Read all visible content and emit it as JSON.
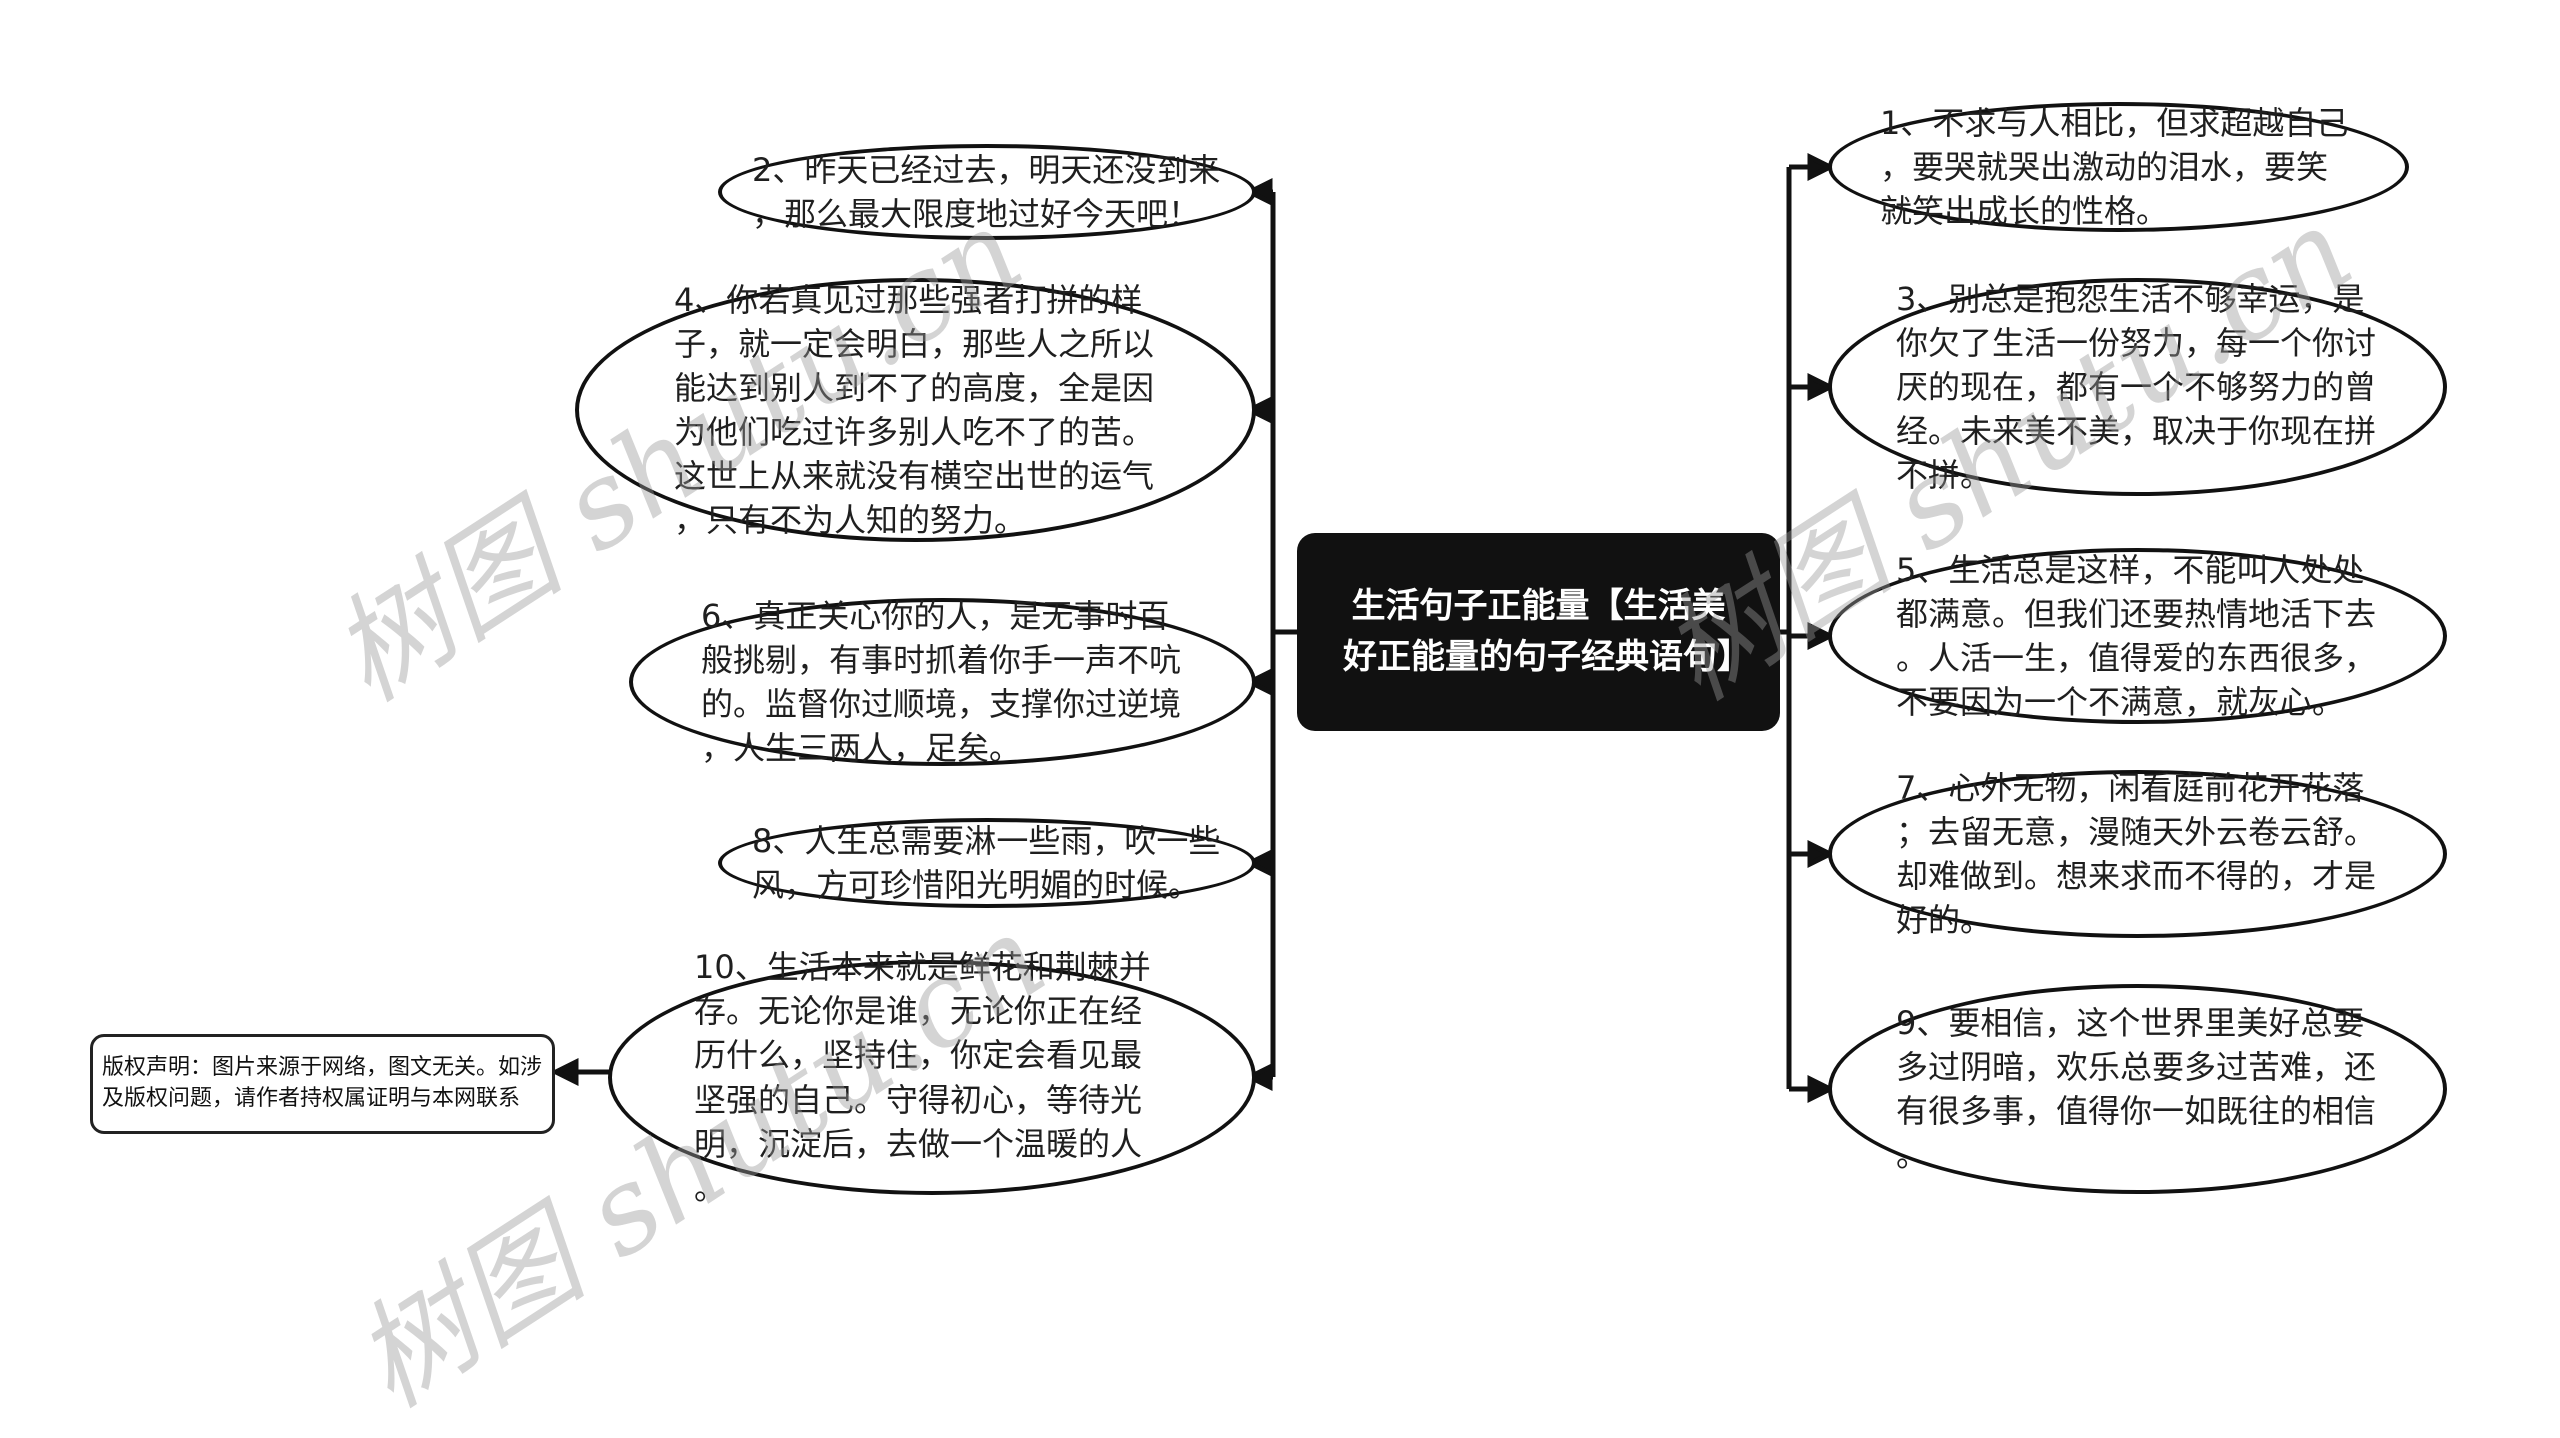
{
  "central": {
    "label": "生活句子正能量【生活美好正能量的句子经典语句】",
    "bg_color": "#111111",
    "text_color": "#ffffff"
  },
  "left_nodes": [
    {
      "id": "2",
      "text": "2、昨天已经过去，明天还没到来，那么最大限度地过好今天吧！"
    },
    {
      "id": "4",
      "text": "4、你若真见过那些强者打拼的样子，就一定会明白，那些人之所以能达到别人到不了的高度，全是因为他们吃过许多别人吃不了的苦。这世上从来就没有横空出世的运气，只有不为人知的努力。"
    },
    {
      "id": "6",
      "text": "6、真正关心你的人，是无事时百般挑剔，有事时抓着你手一声不吭的。监督你过顺境，支撑你过逆境，人生三两人，足矣。"
    },
    {
      "id": "8",
      "text": "8、人生总需要淋一些雨，吹一些风，方可珍惜阳光明媚的时候。"
    },
    {
      "id": "10",
      "text": "10、生活本来就是鲜花和荆棘并存。无论你是谁，无论你正在经历什么，坚持住，你定会看见最坚强的自己。守得初心，等待光明，沉淀后，去做一个温暖的人。"
    }
  ],
  "right_nodes": [
    {
      "id": "1",
      "text": "1、不求与人相比，但求超越自己，要哭就哭出激动的泪水，要笑就笑出成长的性格。"
    },
    {
      "id": "3",
      "text": "3、别总是抱怨生活不够幸运，是你欠了生活一份努力，每一个你讨厌的现在，都有一个不够努力的曾经。未来美不美，取决于你现在拼不拼。"
    },
    {
      "id": "5",
      "text": "5、生活总是这样，不能叫人处处都满意。但我们还要热情地活下去。人活一生，值得爱的东西很多，不要因为一个不满意，就灰心。"
    },
    {
      "id": "7",
      "text": "7、心外无物，闲看庭前花开花落；去留无意，漫随天外云卷云舒。却难做到。想来求而不得的，才是好的。"
    },
    {
      "id": "9",
      "text": "9、要相信，这个世界里美好总要多过阴暗，欢乐总要多过苦难，还有很多事，值得你一如既往的相信。"
    }
  ],
  "copyright": {
    "text": "版权声明：图片来源于网络，图文无关。如涉及版权问题，请作者持权属证明与本网联系"
  },
  "watermark": {
    "text": "树图 shutu.cn",
    "color": "#9a9a9a"
  },
  "colors": {
    "background": "#ffffff",
    "node_border": "#111111",
    "connector": "#111111",
    "node_text": "#1f1f1f"
  }
}
